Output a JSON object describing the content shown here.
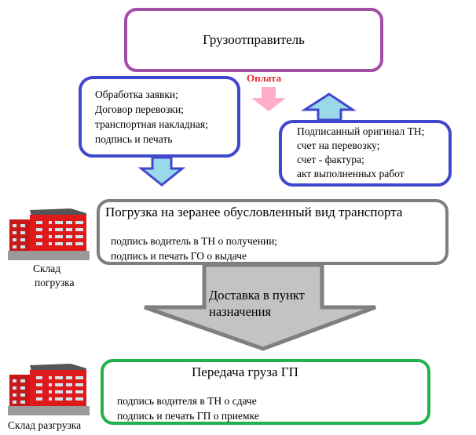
{
  "diagram": {
    "shipper": {
      "label": "Грузоотправитель"
    },
    "payment_label": "Оплата",
    "docs_to_carrier": {
      "lines": [
        "Обработка заявки;",
        "Договор перевозки;",
        "транспортная накладная;",
        "подпись и печать"
      ]
    },
    "docs_to_shipper": {
      "lines": [
        "Подписанный оригинал ТН;",
        "счет на перевозку;",
        "счет - фактура;",
        "акт выполненных работ"
      ]
    },
    "loading": {
      "title": "Погрузка на зеранее обусловленный вид транспорта",
      "lines": [
        "подпись водитель в ТН о получении;",
        "подпись и печать ГО о выдаче"
      ]
    },
    "delivery": {
      "lines": [
        "Доставка в пункт",
        "назначения"
      ]
    },
    "transfer": {
      "title": "Передача груза ГП",
      "lines": [
        "подпись водителя в ТН о сдаче",
        "подпись и печать ГП о приемке"
      ]
    },
    "warehouse_loading": {
      "lines": [
        "Склад",
        "погрузка"
      ]
    },
    "warehouse_unloading": {
      "label": "Склад разгрузка"
    }
  },
  "colors": {
    "shipper_border": "#a14ea7",
    "docs_border": "#3f48cc",
    "arrow_fill_blue": "#99d9ea",
    "payment_text": "#e8242a",
    "payment_arrow": "#ffaec9",
    "loading_border": "#7f7f7f",
    "delivery_arrow_fill": "#c3c3c3",
    "transfer_border": "#22b14c",
    "building_red": "#e01a1a"
  }
}
